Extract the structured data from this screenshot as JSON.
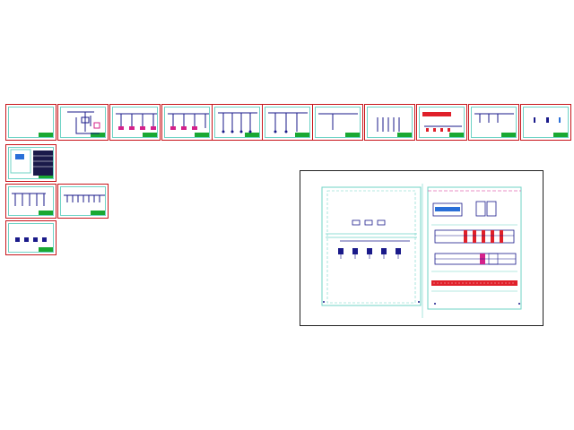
{
  "viewer": {
    "thumbnails": [
      {
        "id": "sheet-01"
      },
      {
        "id": "sheet-02"
      },
      {
        "id": "sheet-03"
      },
      {
        "id": "sheet-04"
      },
      {
        "id": "sheet-05"
      },
      {
        "id": "sheet-06"
      },
      {
        "id": "sheet-07"
      },
      {
        "id": "sheet-08"
      },
      {
        "id": "sheet-09"
      },
      {
        "id": "sheet-10"
      },
      {
        "id": "sheet-11"
      },
      {
        "id": "sheet-12"
      },
      {
        "id": "sheet-13"
      },
      {
        "id": "sheet-14"
      },
      {
        "id": "sheet-15"
      },
      {
        "id": "sheet-16"
      }
    ],
    "selected_sheet": "sheet-16"
  },
  "colors": {
    "sheet_border": "#c8151b",
    "inner_frame": "#6fd3c6",
    "wire": "#1a1a8a",
    "breaker": "#d4218a",
    "title_block": "#19a832",
    "accent_blue": "#2a6fd8",
    "busbar_red": "#e0202a"
  }
}
